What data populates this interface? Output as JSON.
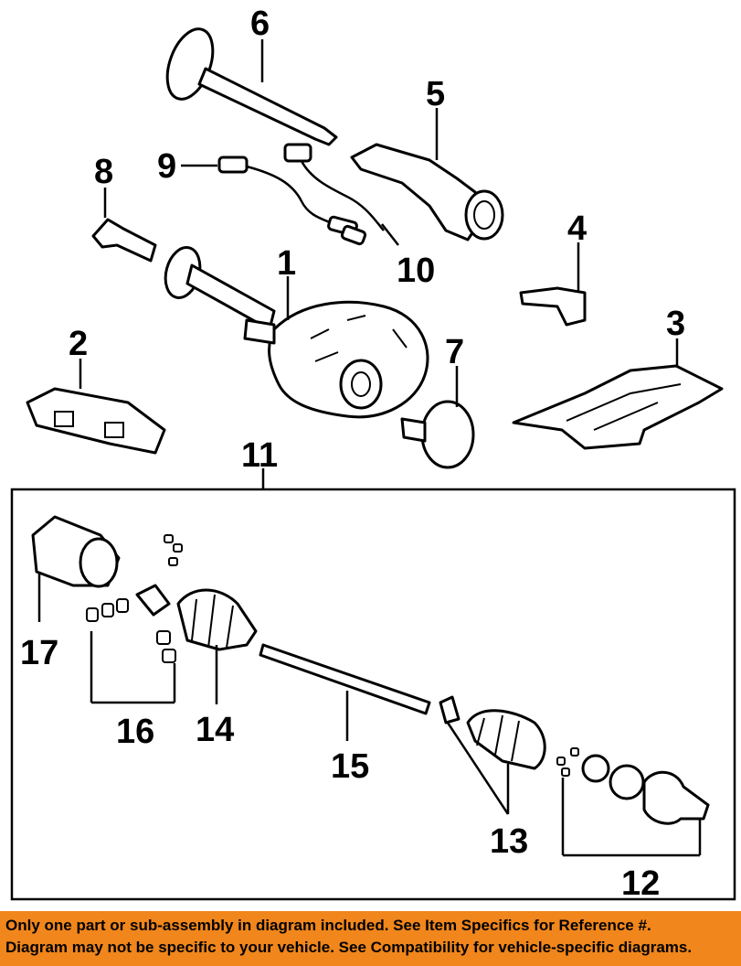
{
  "callouts": {
    "c1": "1",
    "c2": "2",
    "c3": "3",
    "c4": "4",
    "c5": "5",
    "c6": "6",
    "c7": "7",
    "c8": "8",
    "c9": "9",
    "c10": "10",
    "c11": "11",
    "c12": "12",
    "c13": "13",
    "c14": "14",
    "c15": "15",
    "c16": "16",
    "c17": "17"
  },
  "banner": {
    "line1": "Only one part or sub-assembly in diagram included. See Item Specifics for Reference #.",
    "line2": "Diagram may not be specific to your vehicle. See Compatibility for vehicle-specific diagrams."
  },
  "colors": {
    "banner": "#f0861c",
    "ink": "#000000",
    "paper": "#ffffff"
  }
}
